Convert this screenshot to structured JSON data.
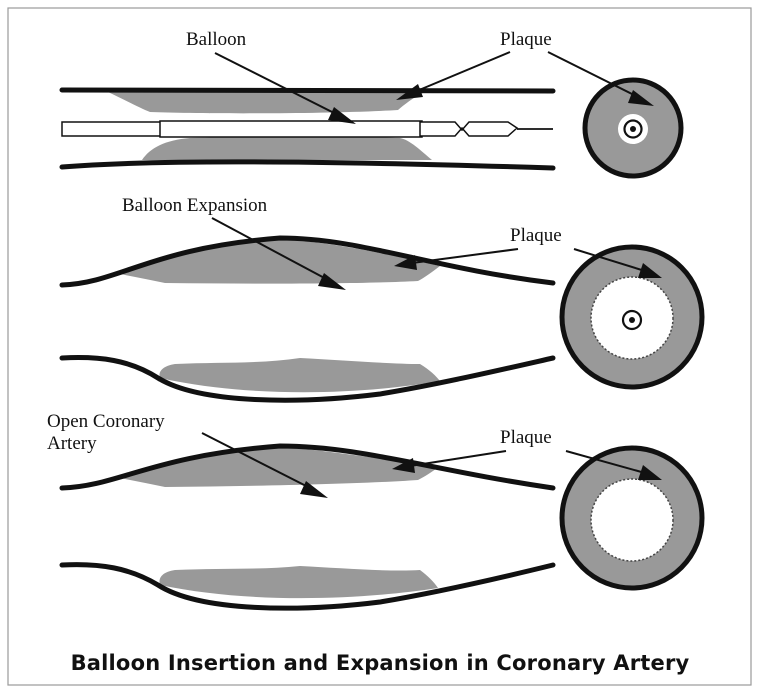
{
  "labels": {
    "balloon": "Balloon",
    "plaque_1": "Plaque",
    "balloon_expansion": "Balloon Expansion",
    "plaque_2": "Plaque",
    "open_coronary_line1": "Open Coronary",
    "open_coronary_line2": "Artery",
    "plaque_3": "Plaque"
  },
  "caption": "Balloon Insertion and Expansion in Coronary Artery",
  "colors": {
    "plaque": "#999999",
    "wall": "#111111",
    "background": "#ffffff",
    "frame": "#9a9a9a"
  }
}
